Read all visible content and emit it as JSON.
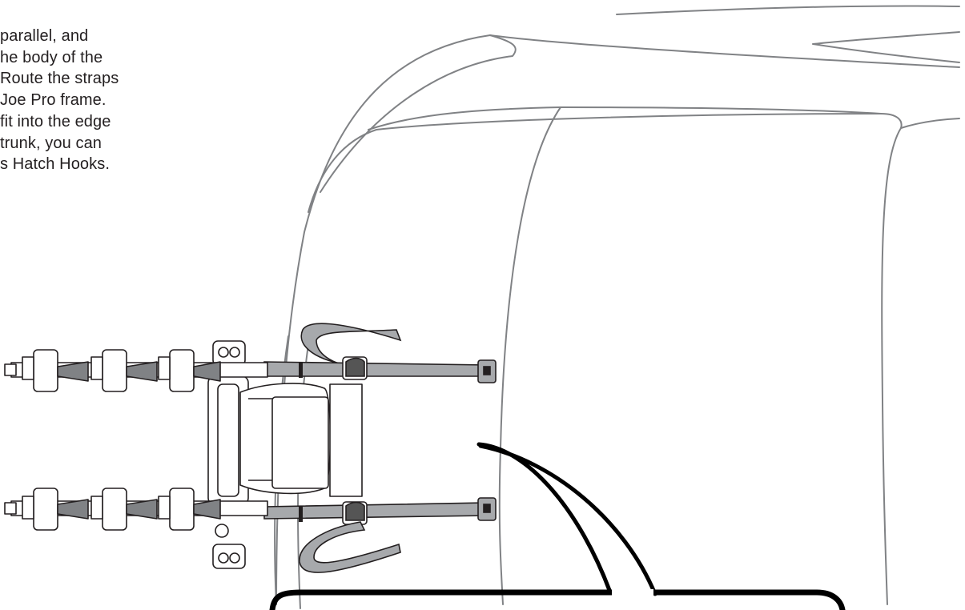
{
  "instructions": {
    "lines": [
      "parallel, and",
      "he body of the",
      "Route the straps",
      "Joe Pro frame.",
      "fit into the edge",
      "trunk, you can",
      "s Hatch Hooks."
    ]
  },
  "colors": {
    "text": "#231f20",
    "outline": "#808285",
    "strap_fill": "#a7a9ac",
    "ink": "#000000",
    "background": "#ffffff"
  },
  "icons": {
    "bike_rack": "bike-rack-icon",
    "car_trunk": "car-trunk-icon",
    "callout": "callout-pointer-icon"
  }
}
